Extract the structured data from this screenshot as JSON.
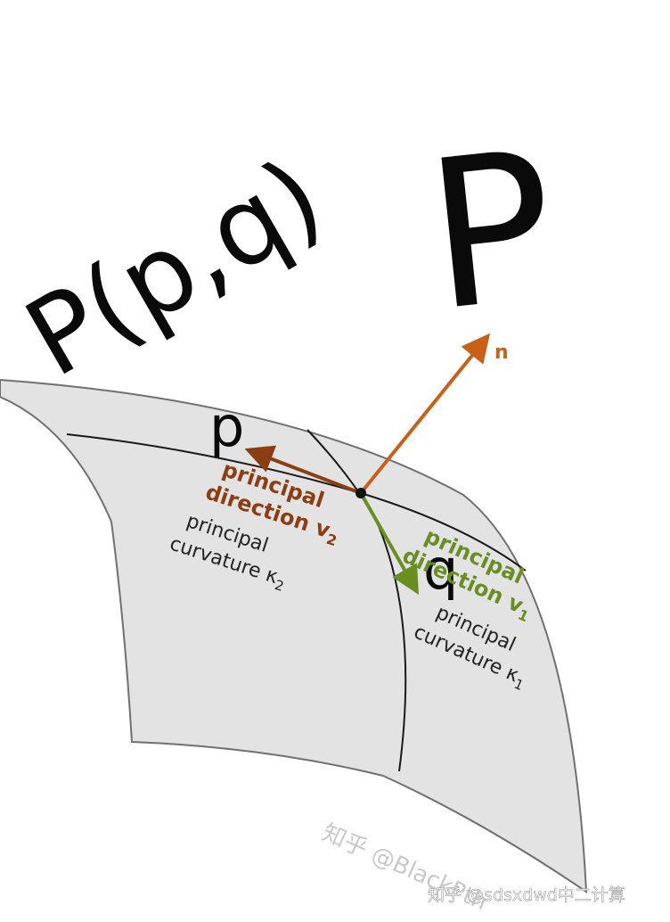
{
  "labels": {
    "big_p": "P",
    "function_label": "P(p,q)",
    "p_label": "p",
    "q_label": "q",
    "normal_label": "n"
  },
  "direction_v2": {
    "line1": "principal",
    "line2": "direction v",
    "subscript": "2"
  },
  "curvature_k2": {
    "line1": "principal",
    "line2": "curvature κ",
    "subscript": "2"
  },
  "direction_v1": {
    "line1": "principal",
    "line2": "direction v",
    "subscript": "1"
  },
  "curvature_k1": {
    "line1": "principal",
    "line2": "curvature κ",
    "subscript": "1"
  },
  "watermarks": {
    "center": "知乎 @BlackPth",
    "bottom": "知乎 @sdsxdwd中二计算"
  },
  "colors": {
    "surface_fill": "#e3e3e3",
    "surface_edge": "#707070",
    "orange": "#c8601a",
    "brown": "#8b3e14",
    "olive": "#6b8e23",
    "ink": "#111111"
  }
}
